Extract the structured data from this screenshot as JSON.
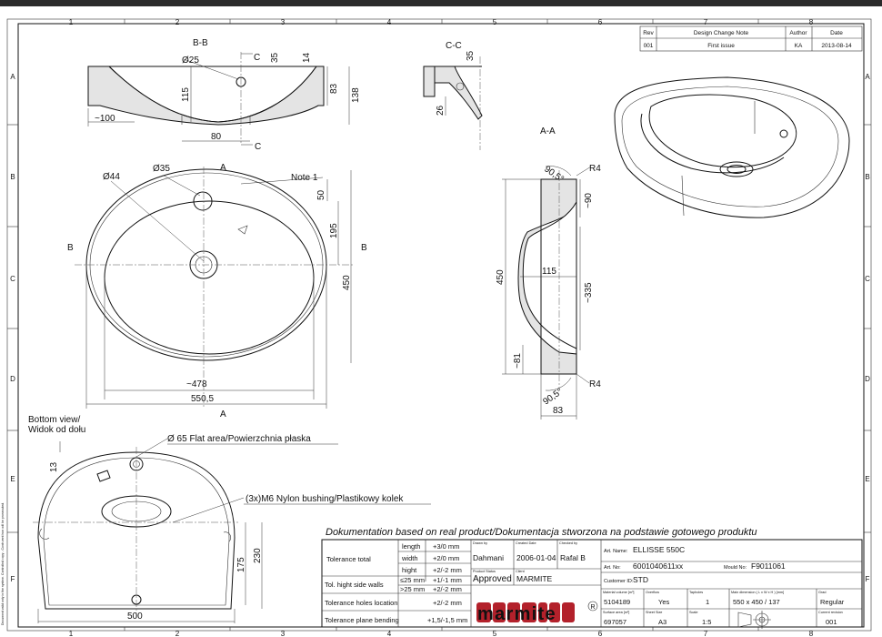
{
  "frame": {
    "columns": [
      "1",
      "2",
      "3",
      "4",
      "5",
      "6",
      "7",
      "8"
    ],
    "rows": [
      "A",
      "B",
      "C",
      "D",
      "E",
      "F"
    ],
    "side_note": "Document valid only in the system. Controlled copy - Contr.vent hon will be prosecuted."
  },
  "revisions": {
    "headers": [
      "Rev",
      "Design Change Note",
      "Author",
      "Date"
    ],
    "rows": [
      [
        "001",
        "First issue",
        "KA",
        "2013-08-14"
      ]
    ]
  },
  "views": {
    "bb": {
      "label": "B-B",
      "hole_dia": "Ø25",
      "dim_35": "35",
      "dim_14": "14",
      "dim_115": "115",
      "dim_83": "83",
      "dim_138": "138",
      "dim_100": "~100",
      "dim_80": "80",
      "cut_c": "C"
    },
    "cc": {
      "label": "C-C",
      "dim_35": "35",
      "dim_26": "26"
    },
    "aa": {
      "label": "A-A",
      "angle_top": "90,5°",
      "r4_top": "R4",
      "dim_90": "~90",
      "dim_450": "450",
      "dim_115": "115",
      "dim_335": "~335",
      "dim_81": "~81",
      "angle_bot": "90,5°",
      "r4_bot": "R4",
      "dim_83": "83"
    },
    "top": {
      "dia44": "Ø44",
      "dia35": "Ø35",
      "cut_a": "A",
      "cut_b": "B",
      "note1": "Note 1",
      "dim_50": "50",
      "dim_195": "195",
      "dim_450": "450",
      "dim_478": "~478",
      "dim_5505": "550,5"
    },
    "bottom": {
      "title_en": "Bottom view/",
      "title_pl": "Widok od dołu",
      "flat_area": "Ø 65 Flat area/Powierzchnia płaska",
      "bushing": "(3x)M6 Nylon bushing/Plastikowy kolek",
      "dim_13": "13",
      "dim_175": "175",
      "dim_230": "230",
      "dim_500": "500"
    }
  },
  "doc_note": "Dokumentation based on real product/Dokumentacja stworzona na podstawie gotowego produktu",
  "tolerance": {
    "total_label": "Tolerance total",
    "total_rows": [
      [
        "length",
        "+3/0 mm"
      ],
      [
        "width",
        "+2/0 mm"
      ],
      [
        "hight",
        "+2/-2 mm"
      ]
    ],
    "walls_label": "Tol. hight side walls",
    "walls_rows": [
      [
        "≤25 mm",
        "+1/-1 mm"
      ],
      [
        ">25 mm",
        "+2/-2 mm"
      ]
    ],
    "holes_label": "Tolerance holes location",
    "holes_value": "+2/-2 mm",
    "bending_label": "Tolerance plane bending",
    "bending_value": "+1,5/-1,5 mm"
  },
  "people": {
    "drawn_by_label": "Drawn by",
    "drawn_by": "Dahmani",
    "created_label": "Created Date",
    "created": "2006-01-04",
    "checked_label": "Checked by",
    "checked": "Rafal B",
    "status_label": "Product Status",
    "status": "Approved",
    "client_label": "Client",
    "client": "MARMITE"
  },
  "logo": {
    "text": "marmite",
    "mark": "R"
  },
  "product": {
    "art_name_label": "Art. Name:",
    "art_name": "ELLISSE 550C",
    "art_no_label": "Art. No:",
    "art_no": "6001040611xx",
    "mould_no_label": "Mould No:",
    "mould_no": "F9011061",
    "customer_id_label": "Customer ID:",
    "customer_id": "STD",
    "cells_row1_labels": [
      "Material volume [m³]",
      "Overflow",
      "Tapholes",
      "Main dimension ( L x W x H ) [mm]",
      "Grad"
    ],
    "cells_row1_values": [
      "5104189",
      "Yes",
      "1",
      "550 x 450 / 137",
      "Regular"
    ],
    "cells_row2_labels": [
      "Surface area [m²]",
      "Sheet Size",
      "Scale",
      "",
      "Current revision"
    ],
    "cells_row2_values": [
      "697057",
      "A3",
      "1:5",
      "",
      "001"
    ]
  }
}
